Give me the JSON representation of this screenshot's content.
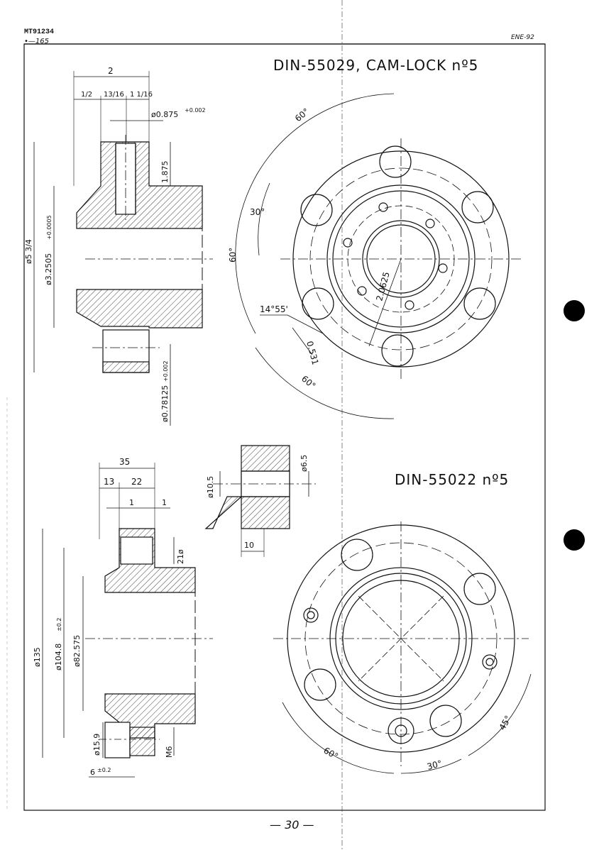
{
  "header": {
    "code": "MT91234",
    "sub_code": "•—165",
    "date": "ENE-92"
  },
  "titles": {
    "top": "DIN-55029, CAM-LOCK nº5",
    "bottom": "DIN-55022 nº5"
  },
  "page_number": "— 30 —",
  "top_section": {
    "dims": {
      "width_2": "2",
      "half": "1/2",
      "thirteen_16": "13/16",
      "one_16": "1 1/16",
      "bore": "ø0.875",
      "bore_tol": "+0.002",
      "depth_1875": "1.875",
      "outer": "ø5 3/4",
      "pilot": "ø3.2505",
      "pilot_tol": "+0.0005",
      "stud": "ø0.78125",
      "stud_tol": "+0.002"
    },
    "view": {
      "angle_60a": "60°",
      "angle_30": "30°",
      "angle_60b": "60°",
      "angle_60c": "60°",
      "radius": "2.0625",
      "angle_1455": "14°55'",
      "offset": "0.531"
    }
  },
  "bottom_section": {
    "dims": {
      "w35": "35",
      "w13": "13",
      "w22": "22",
      "gap1a": "1",
      "gap1b": "1",
      "d21": "21ø",
      "d135": "ø135",
      "d1048": "ø104.8",
      "d1048_tol": "±0.2",
      "d82575": "ø82.575",
      "d159": "ø15.9",
      "m6": "M6",
      "w6": "6",
      "w6_tol": "±0.2"
    },
    "detail": {
      "d105": "ø10.5",
      "d65": "ø6.5",
      "w10": "10"
    },
    "view": {
      "angle_60": "60°",
      "angle_30": "30°",
      "angle_45": "45°"
    }
  }
}
